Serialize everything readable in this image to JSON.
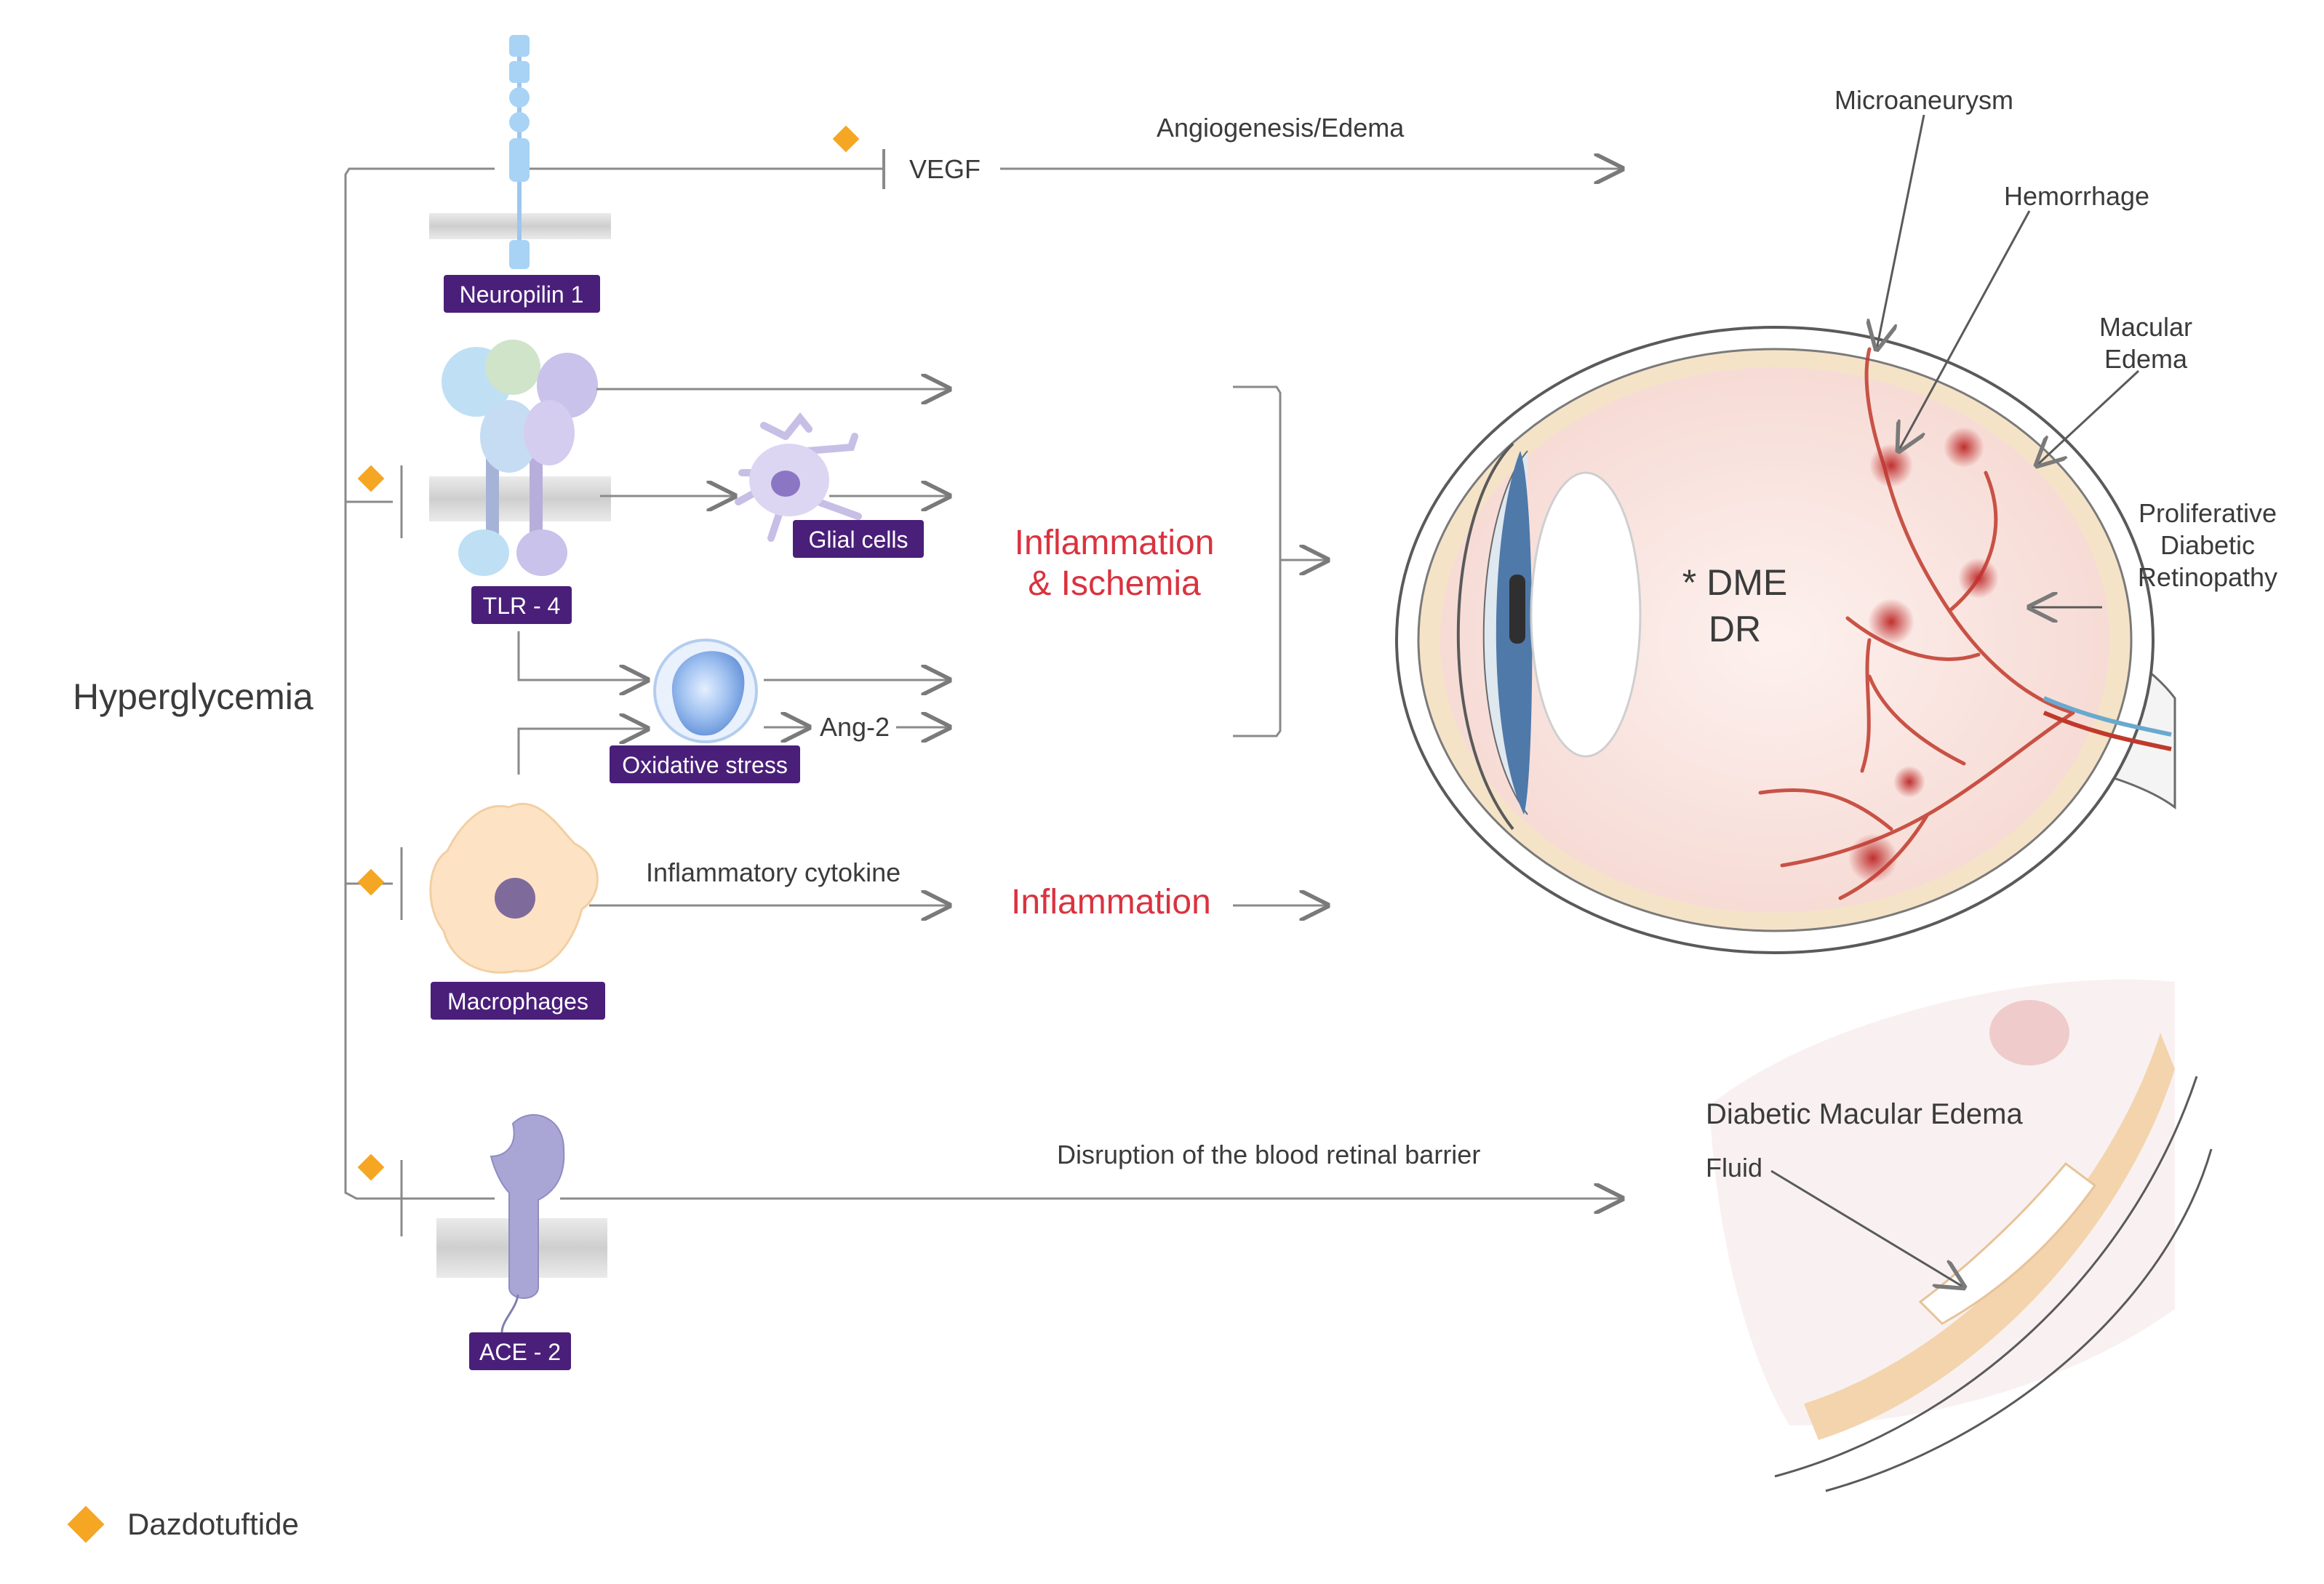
{
  "colors": {
    "label_bg": "#4a1f7a",
    "label_text": "#ffffff",
    "accent_red": "#d9333f",
    "diamond": "#f5a623",
    "line": "#7a7a7a",
    "text": "#3b3b3b"
  },
  "left_label": "Hyperglycemia",
  "receptors": {
    "neuropilin": "Neuropilin 1",
    "tlr4": "TLR - 4",
    "glial": "Glial cells",
    "oxidative": "Oxidative stress",
    "macrophages": "Macrophages",
    "ace2": "ACE - 2"
  },
  "signals": {
    "vegf": "VEGF",
    "angiogenesis": "Angiogenesis/Edema",
    "ang2": "Ang-2",
    "inflammatory_cytokine": "Inflammatory cytokine",
    "disruption": "Disruption of the blood retinal barrier"
  },
  "outcomes": {
    "inflammation_ischemia_line1": "Inflammation",
    "inflammation_ischemia_line2": "& Ischemia",
    "inflammation": "Inflammation"
  },
  "eye": {
    "microaneurysm": "Microaneurysm",
    "hemorrhage": "Hemorrhage",
    "macular_edema_line1": "Macular",
    "macular_edema_line2": "Edema",
    "pdr_line1": "Proliferative",
    "pdr_line2": "Diabetic",
    "pdr_line3": "Retinopathy",
    "center_line1": "* DME",
    "center_line2": "DR"
  },
  "dme_inset": {
    "title": "Diabetic Macular Edema",
    "fluid": "Fluid"
  },
  "legend": {
    "label": "Dazdotuftide",
    "icon": "diamond-icon"
  }
}
